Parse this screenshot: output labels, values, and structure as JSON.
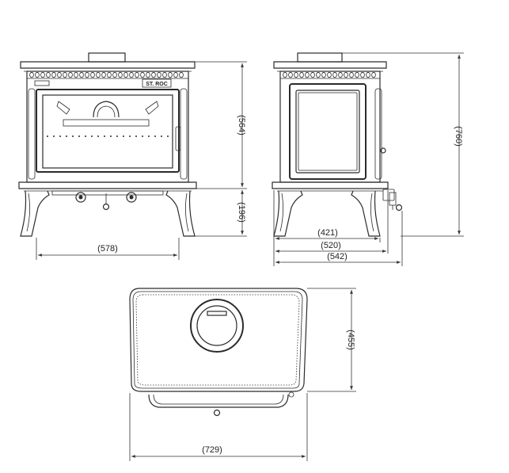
{
  "brand_plate": "ST. ROC",
  "dimensions": {
    "front_body_height": "(564)",
    "front_leg_height": "(196)",
    "front_width": "(578)",
    "side_total_height": "(760)",
    "side_leg_span": "(421)",
    "side_body_depth": "(520)",
    "side_total_depth": "(542)",
    "top_depth": "(455)",
    "top_width": "(729)"
  },
  "colors": {
    "line": "#2b2b2b",
    "background": "#ffffff"
  }
}
